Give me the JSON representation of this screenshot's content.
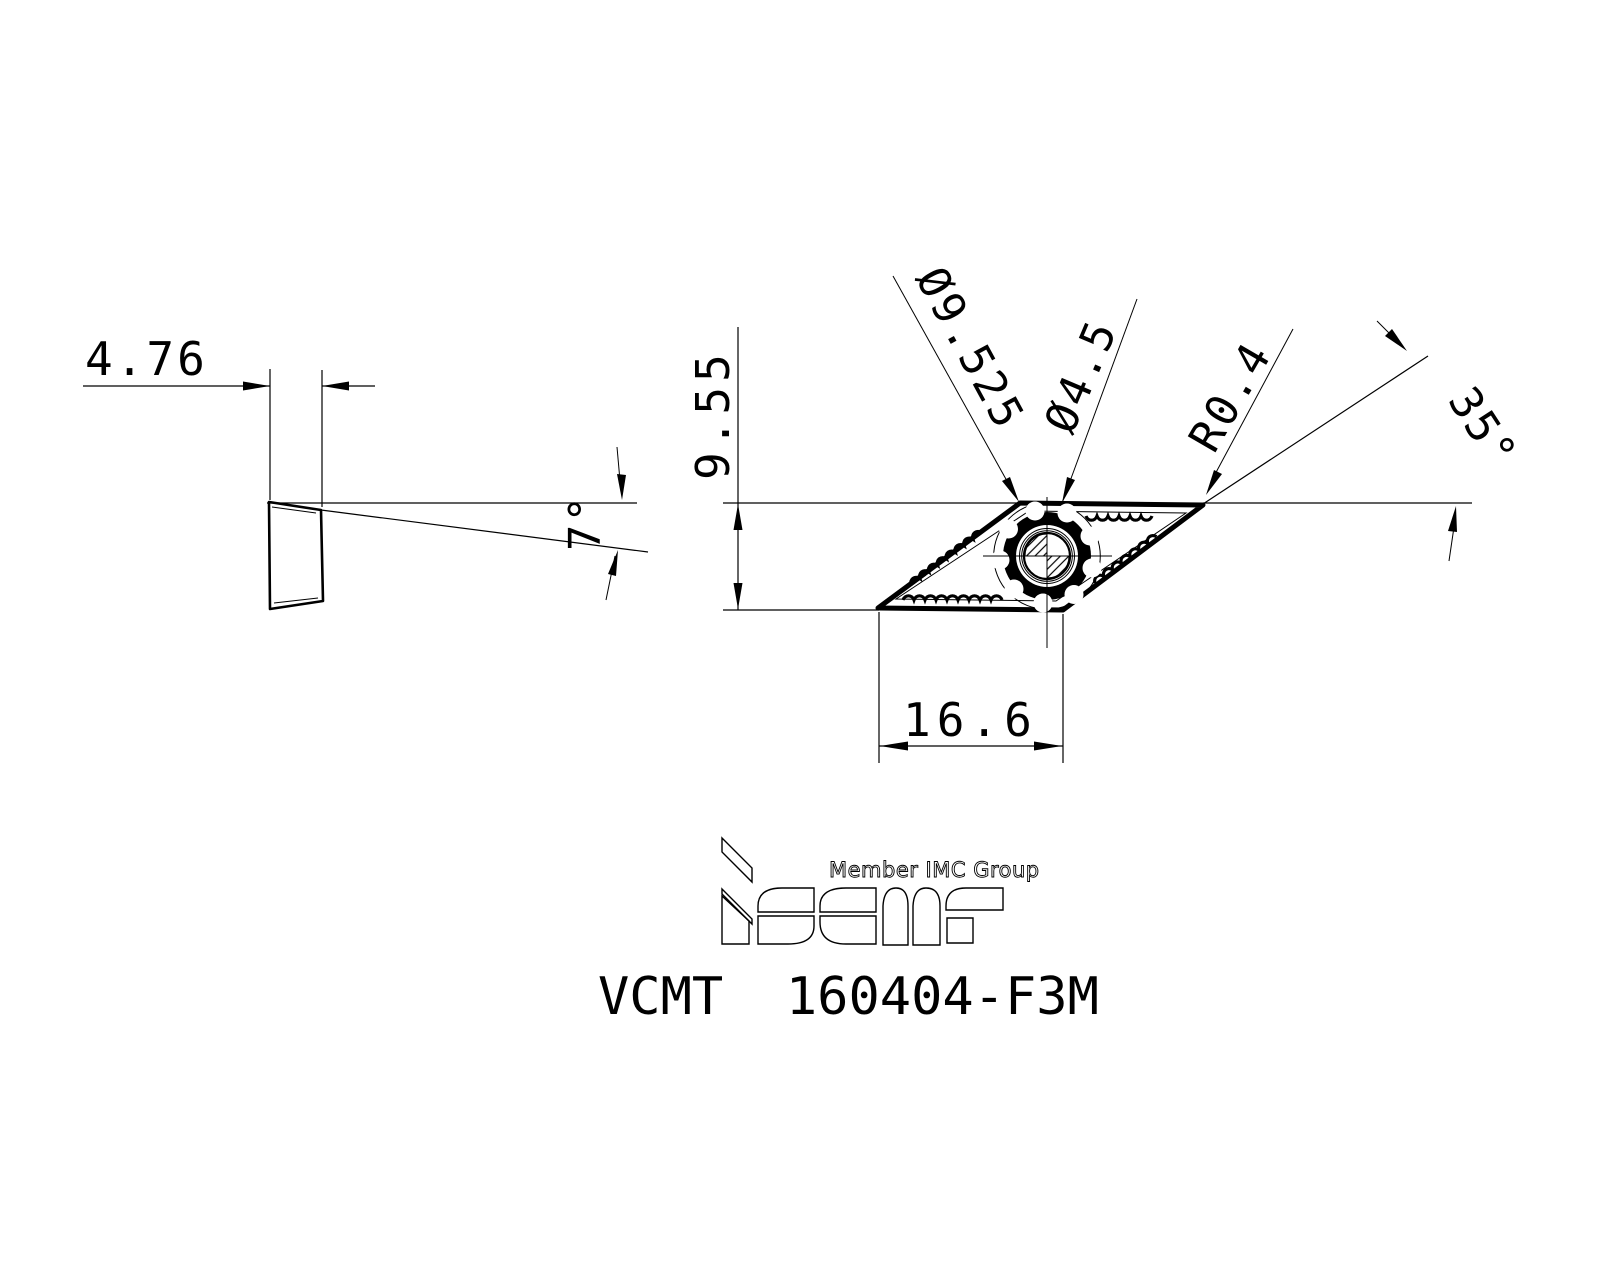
{
  "drawing": {
    "part_number": "VCMT  160404-F3M",
    "branding": {
      "tagline": "Member IMC Group",
      "logo_word": "iscar"
    },
    "colors": {
      "line": "#000000",
      "background": "#ffffff"
    },
    "side_view": {
      "thickness": "4.76",
      "clearance_angle": "7°"
    },
    "top_view": {
      "width": "9.55",
      "inscribed_circle_dia": "Ø9.525",
      "hole_dia": "Ø4.5",
      "corner_radius": "R0.4",
      "nose_angle": "35°",
      "cutting_edge_length": "16.6"
    }
  }
}
